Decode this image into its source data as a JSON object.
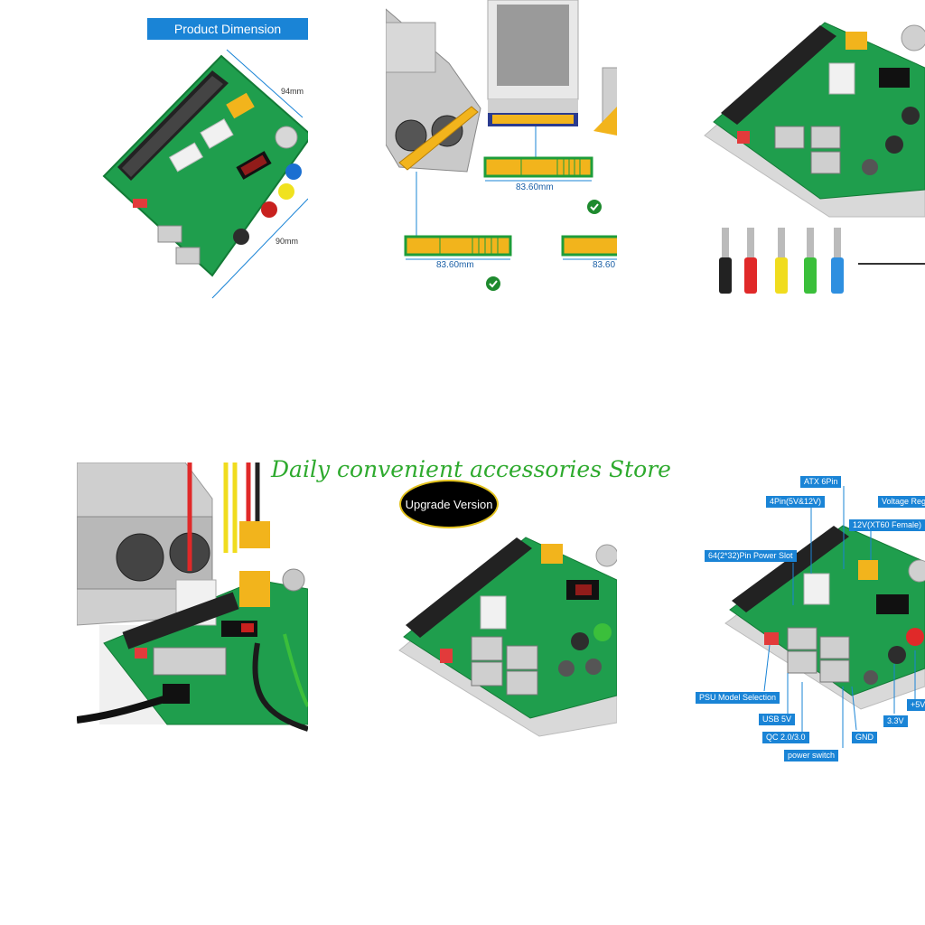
{
  "store_title": "Daily convenient accessories Store",
  "badge": "Upgrade Version",
  "panel1": {
    "header": "Product Dimension",
    "dim_width": "94mm",
    "dim_height": "90mm"
  },
  "panel2": {
    "dim_center": "83.60mm",
    "dim_left": "83.60mm",
    "dim_right": "83.60"
  },
  "panel6": {
    "callouts": {
      "atx6pin": "ATX 6Pin",
      "fourpin": "4Pin(5V&12V)",
      "voltage": "Voltage Regu",
      "xt60": "12V(XT60 Female)",
      "slot": "64(2*32)Pin Power Slot",
      "psu": "PSU Model Selection",
      "usb5v": "USB  5V",
      "qc": "QC 2.0/3.0",
      "gnd": "GND",
      "v33": "3.3V",
      "v5": "+5V",
      "power": "power switch"
    }
  },
  "colors": {
    "pcb": "#1f9e4d",
    "accent_blue": "#1a84d6",
    "store_green": "#2eaa2e",
    "badge_gold": "#e3c21d"
  }
}
